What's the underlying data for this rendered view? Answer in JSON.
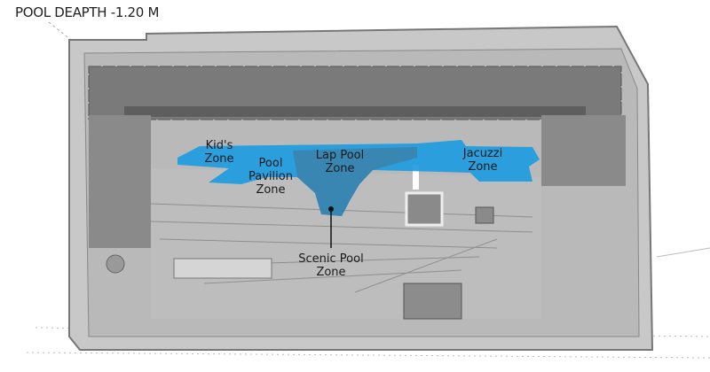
{
  "title": "POOL DEAPTH -1.20 M",
  "zones": {
    "kids": "Kid's Zone",
    "pavilion": "Pool Pavilion Zone",
    "lap": "Lap Pool Zone",
    "jacuzzi": "Jacuzzi Zone",
    "scenic": "Scenic Pool Zone"
  },
  "colors": {
    "pool": "#1e9be0",
    "pool_deep": "#3d7fa8",
    "plan": "#a9a9a9",
    "buildings": "#767676"
  }
}
